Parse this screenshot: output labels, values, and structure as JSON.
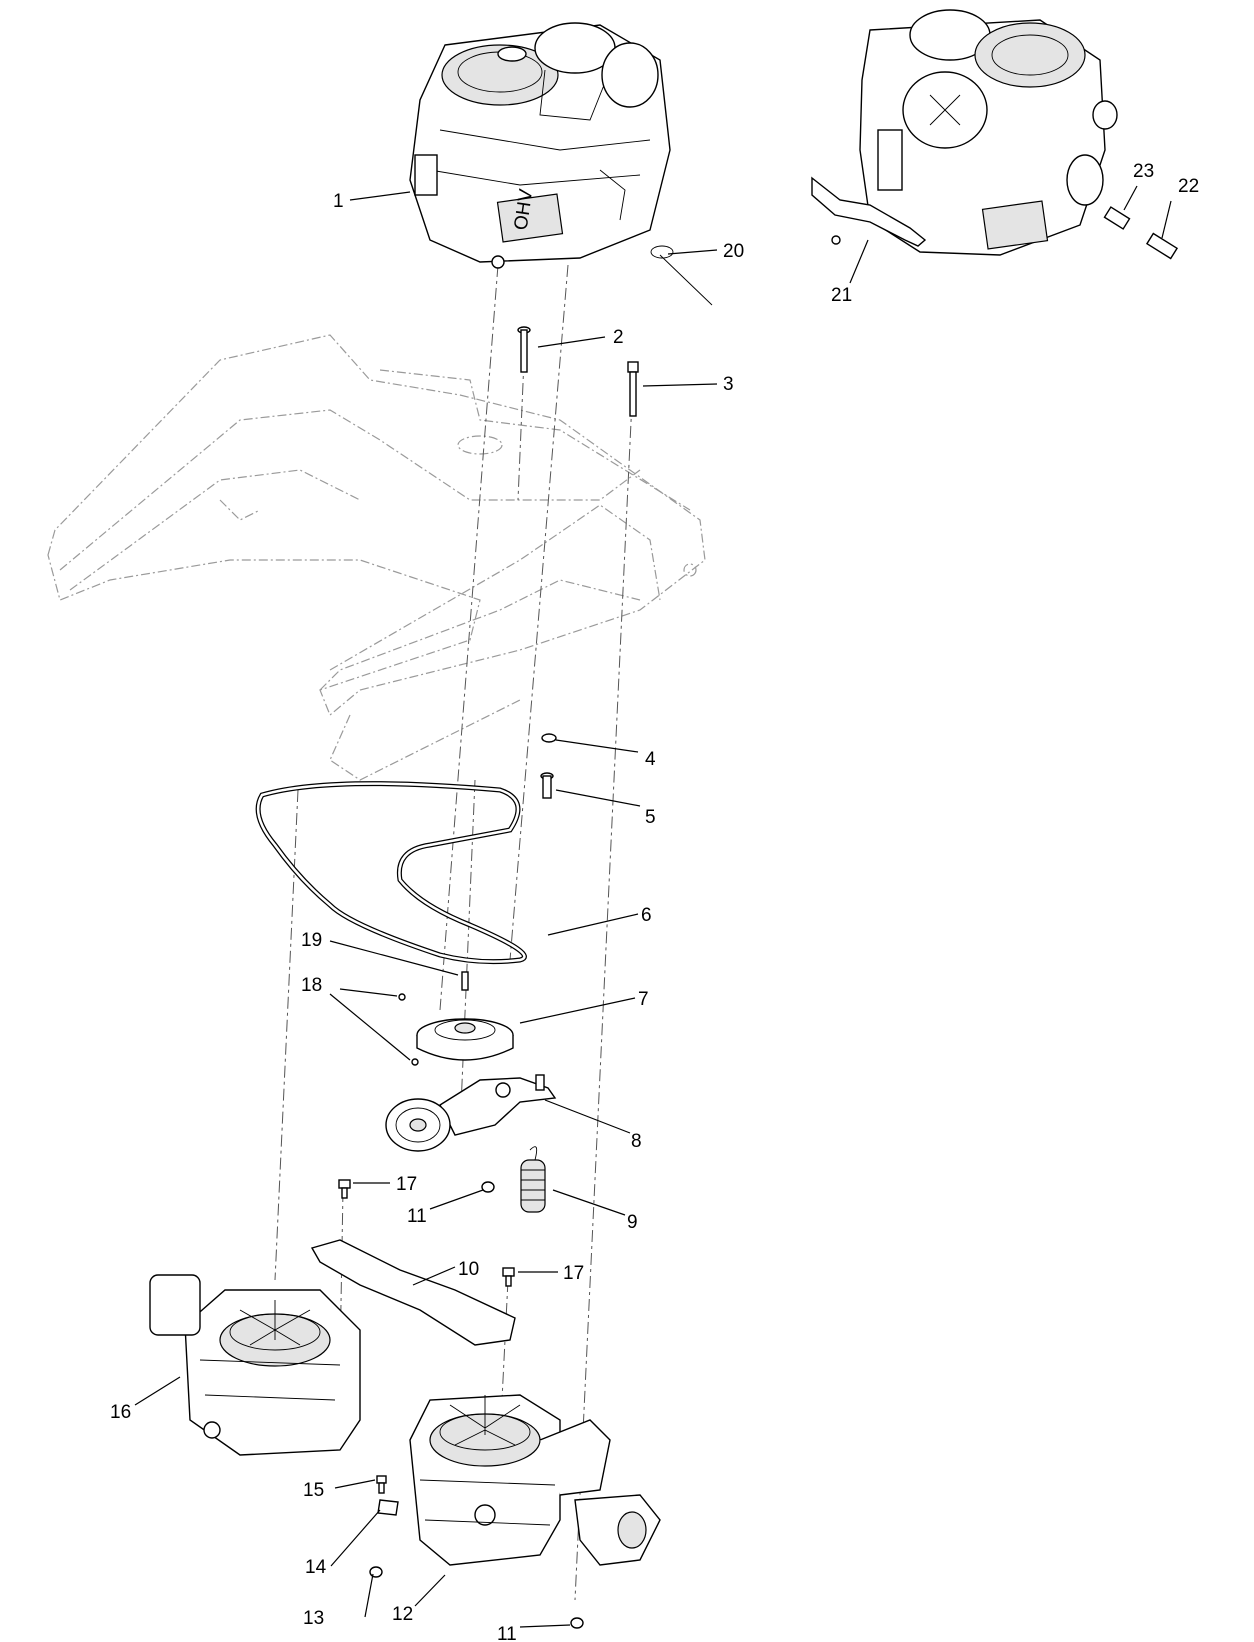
{
  "diagram": {
    "callouts": [
      {
        "id": "1",
        "label": "1"
      },
      {
        "id": "2",
        "label": "2"
      },
      {
        "id": "3",
        "label": "3"
      },
      {
        "id": "4",
        "label": "4"
      },
      {
        "id": "5",
        "label": "5"
      },
      {
        "id": "6",
        "label": "6"
      },
      {
        "id": "7",
        "label": "7"
      },
      {
        "id": "8",
        "label": "8"
      },
      {
        "id": "9",
        "label": "9"
      },
      {
        "id": "10",
        "label": "10"
      },
      {
        "id": "11a",
        "label": "11"
      },
      {
        "id": "11b",
        "label": "11"
      },
      {
        "id": "12",
        "label": "12"
      },
      {
        "id": "13",
        "label": "13"
      },
      {
        "id": "14",
        "label": "14"
      },
      {
        "id": "15",
        "label": "15"
      },
      {
        "id": "16",
        "label": "16"
      },
      {
        "id": "17a",
        "label": "17"
      },
      {
        "id": "17b",
        "label": "17"
      },
      {
        "id": "18",
        "label": "18"
      },
      {
        "id": "19",
        "label": "19"
      },
      {
        "id": "20",
        "label": "20"
      },
      {
        "id": "21",
        "label": "21"
      },
      {
        "id": "22",
        "label": "22"
      },
      {
        "id": "23",
        "label": "23"
      }
    ],
    "engine_markings": {
      "valve_cover_text": "OHV"
    }
  }
}
